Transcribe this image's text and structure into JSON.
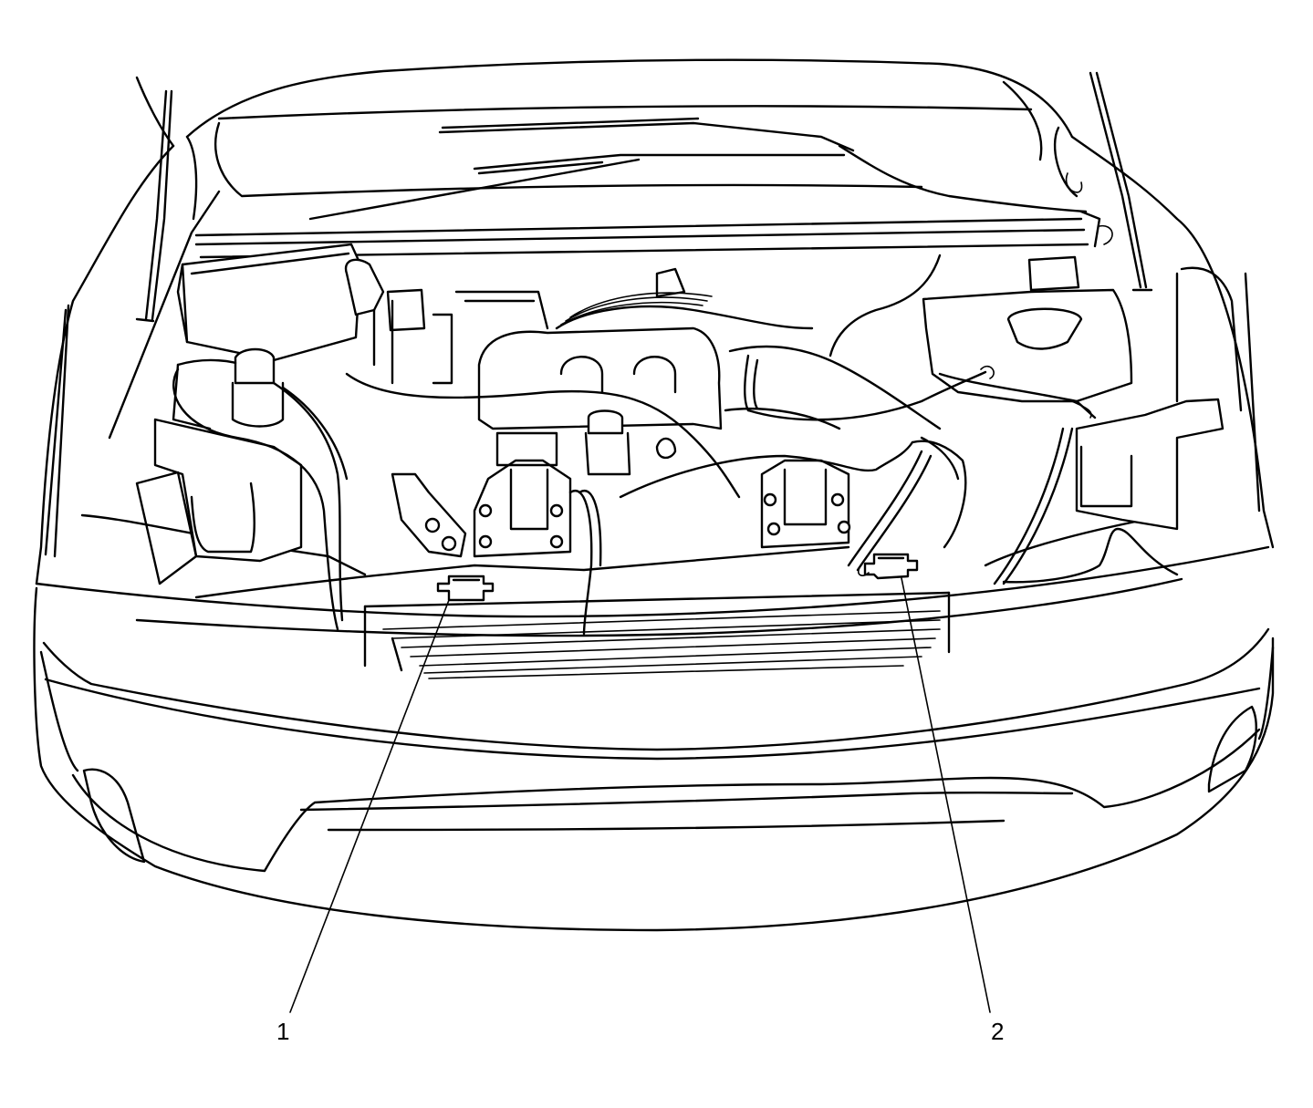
{
  "callouts": [
    {
      "id": 1,
      "label": "1"
    },
    {
      "id": 2,
      "label": "2"
    }
  ],
  "colors": {
    "line": "#000000",
    "background": "#ffffff"
  }
}
